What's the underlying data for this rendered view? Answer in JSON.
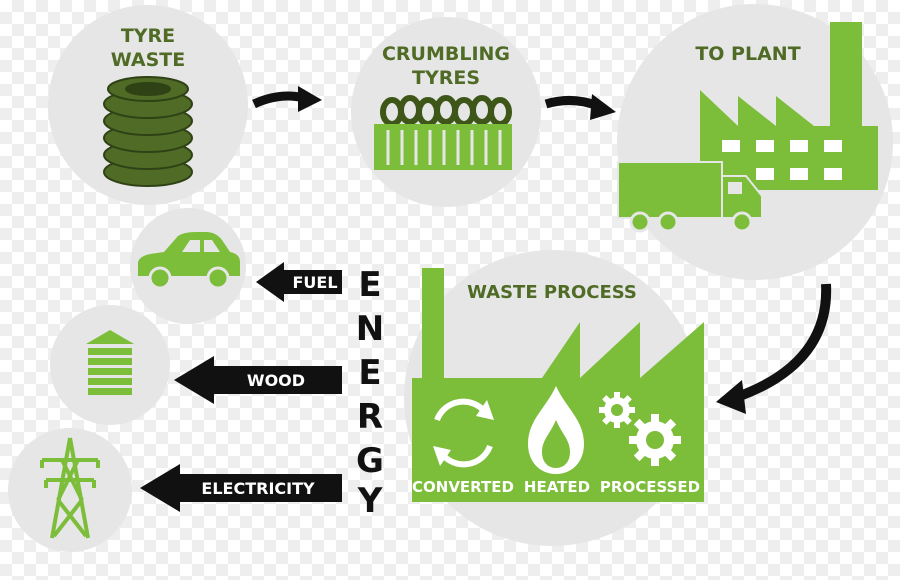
{
  "stages": {
    "tyre_waste": {
      "line1": "TYRE",
      "line2": "WASTE"
    },
    "crumbling_tyres": {
      "line1": "CRUMBLING",
      "line2": "TYRES"
    },
    "to_plant": {
      "label": "TO PLANT"
    },
    "waste_process": {
      "label": "WASTE PROCESS"
    }
  },
  "process_steps": [
    "CONVERTED",
    "HEATED",
    "PROCESSED"
  ],
  "energy": {
    "letters": [
      "E",
      "N",
      "E",
      "R",
      "G",
      "Y"
    ]
  },
  "outputs": {
    "fuel": "FUEL",
    "wood": "WOOD",
    "electricity": "ELECTRICITY"
  },
  "colors": {
    "green": "#7cbd3a",
    "dark_green": "#4f6b25",
    "circle": "#e6e6e6",
    "arrow": "#111111"
  }
}
